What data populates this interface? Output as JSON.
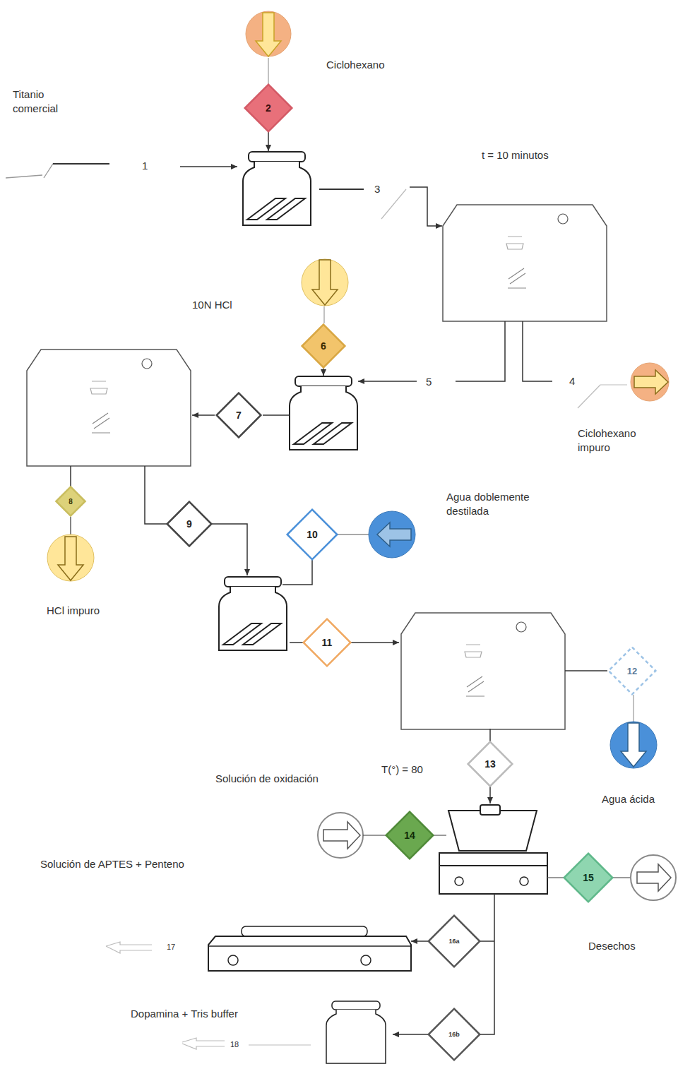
{
  "diagram": {
    "nodes": [
      {
        "text": [
          "2"
        ]
      },
      {
        "text": [
          "6"
        ]
      },
      {
        "text": [
          "7"
        ]
      },
      {
        "text": [
          "8"
        ]
      },
      {
        "text": [
          "9"
        ]
      },
      {
        "text": [
          "10"
        ]
      },
      {
        "text": [
          "11"
        ]
      },
      {
        "text": [
          "12"
        ]
      },
      {
        "text": [
          "13"
        ]
      },
      {
        "text": [
          "14"
        ]
      },
      {
        "text": [
          "15"
        ]
      },
      {
        "text": [
          "16a"
        ]
      },
      {
        "text": [
          "16b"
        ]
      }
    ],
    "labels": [
      "Ciclohexano",
      "Titanio comercial",
      "1",
      "3",
      "t = 10 minutos",
      "5",
      "4",
      "Ciclohexano impuro",
      "10N HCl",
      "HCl impuro",
      "Agua doblemente destilada",
      "Agua ácida",
      "Solución de oxidación",
      "T(°) = 80",
      "Solución de APTES + Penteno",
      "Desechos",
      "17",
      "Dopamina + Tris buffer",
      "18"
    ]
  }
}
